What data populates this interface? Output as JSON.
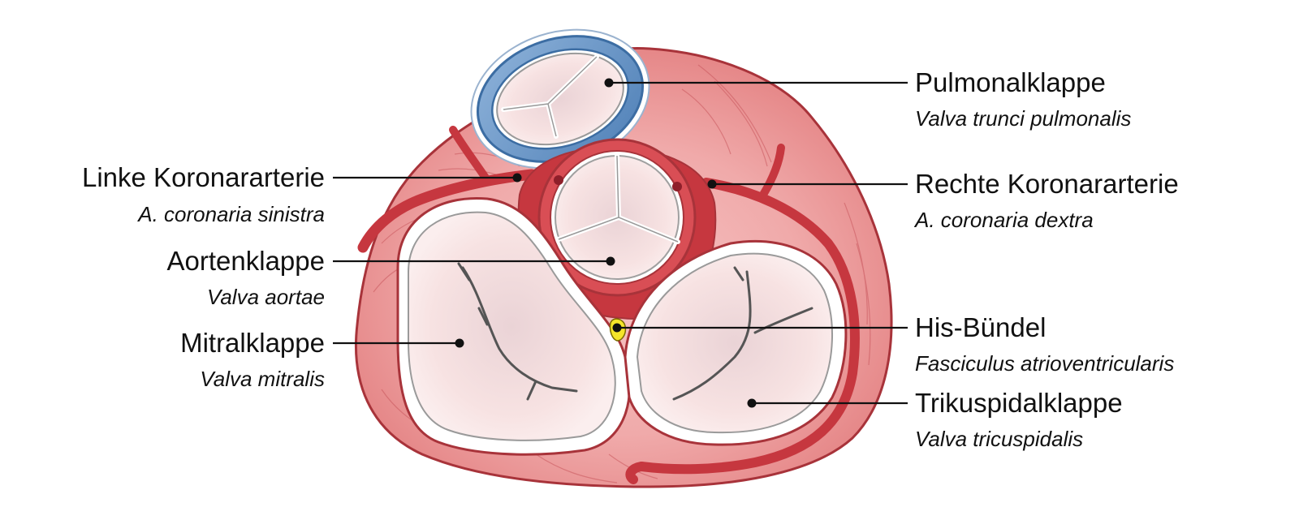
{
  "labels": {
    "pulmonalklappe": {
      "german": "Pulmonalklappe",
      "latin": "Valva trunci pulmonalis"
    },
    "rechte_koronararterie": {
      "german": "Rechte Koronararterie",
      "latin": "A. coronaria dextra"
    },
    "his_buendel": {
      "german": "His-Bündel",
      "latin": "Fasciculus atrioventricularis"
    },
    "trikuspidalklappe": {
      "german": "Trikuspidalklappe",
      "latin": "Valva tricuspidalis"
    },
    "linke_koronararterie": {
      "german": "Linke Koronararterie",
      "latin": "A. coronaria sinistra"
    },
    "aortenklappe": {
      "german": "Aortenklappe",
      "latin": "Valva aortae"
    },
    "mitralklappe": {
      "german": "Mitralklappe",
      "latin": "Valva mitralis"
    }
  },
  "colors": {
    "myocardium": "#e98a8a",
    "myocardium_light": "#f2b3b3",
    "outline": "#a8333a",
    "coronary": "#c6373f",
    "valve_fill": "#f7dcdc",
    "pulmonary_trunk": "#6f9ccb",
    "pulmonary_trunk_dark": "#3c6da3",
    "his_bundle": "#f5e52a",
    "leader_line": "#111111"
  }
}
